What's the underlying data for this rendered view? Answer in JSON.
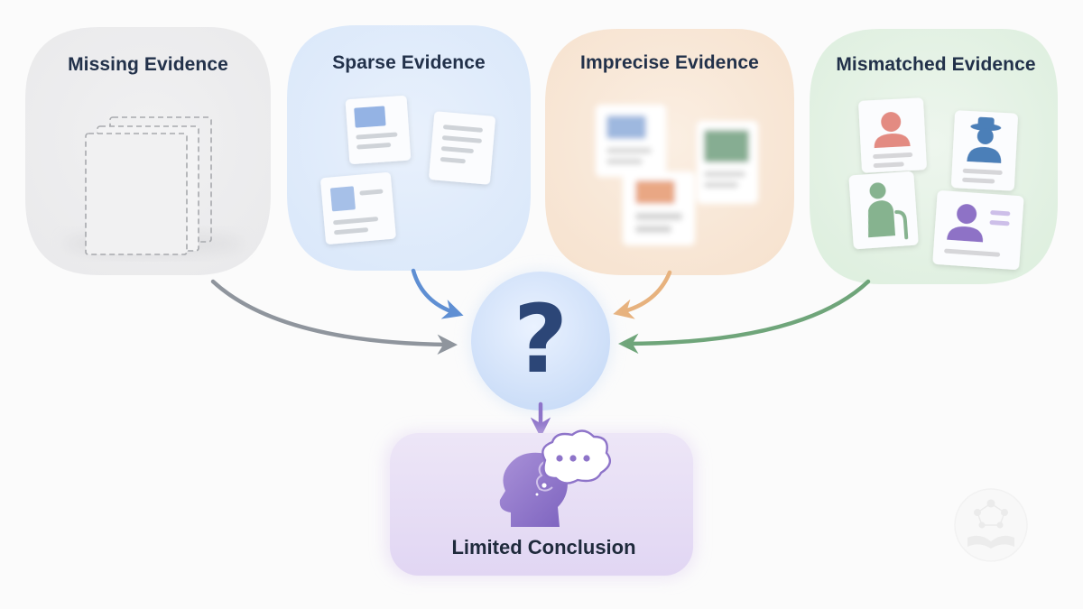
{
  "panels": [
    {
      "key": "missing",
      "title": "Missing Evidence"
    },
    {
      "key": "sparse",
      "title": "Sparse Evidence"
    },
    {
      "key": "imprecise",
      "title": "Imprecise Evidence"
    },
    {
      "key": "mismatched",
      "title": "Mismatched Evidence"
    }
  ],
  "center": {
    "symbol": "?"
  },
  "conclusion": {
    "label": "Limited Conclusion"
  },
  "colors": {
    "missing": "#8f959d",
    "sparse": "#5f8fd3",
    "imprecise": "#e7b27e",
    "mismatched": "#6fa57a",
    "conclusion": "#8e74c9",
    "question": "#2c4677"
  },
  "icons": {
    "missing": "empty-document-stack-icon",
    "sparse": "scattered-document-icon",
    "imprecise": "blurred-document-icon",
    "mismatched": "person-profile-card-icon",
    "center": "question-mark-icon",
    "conclusion": "thinking-head-icon",
    "watermark": "book-network-logo-icon"
  }
}
